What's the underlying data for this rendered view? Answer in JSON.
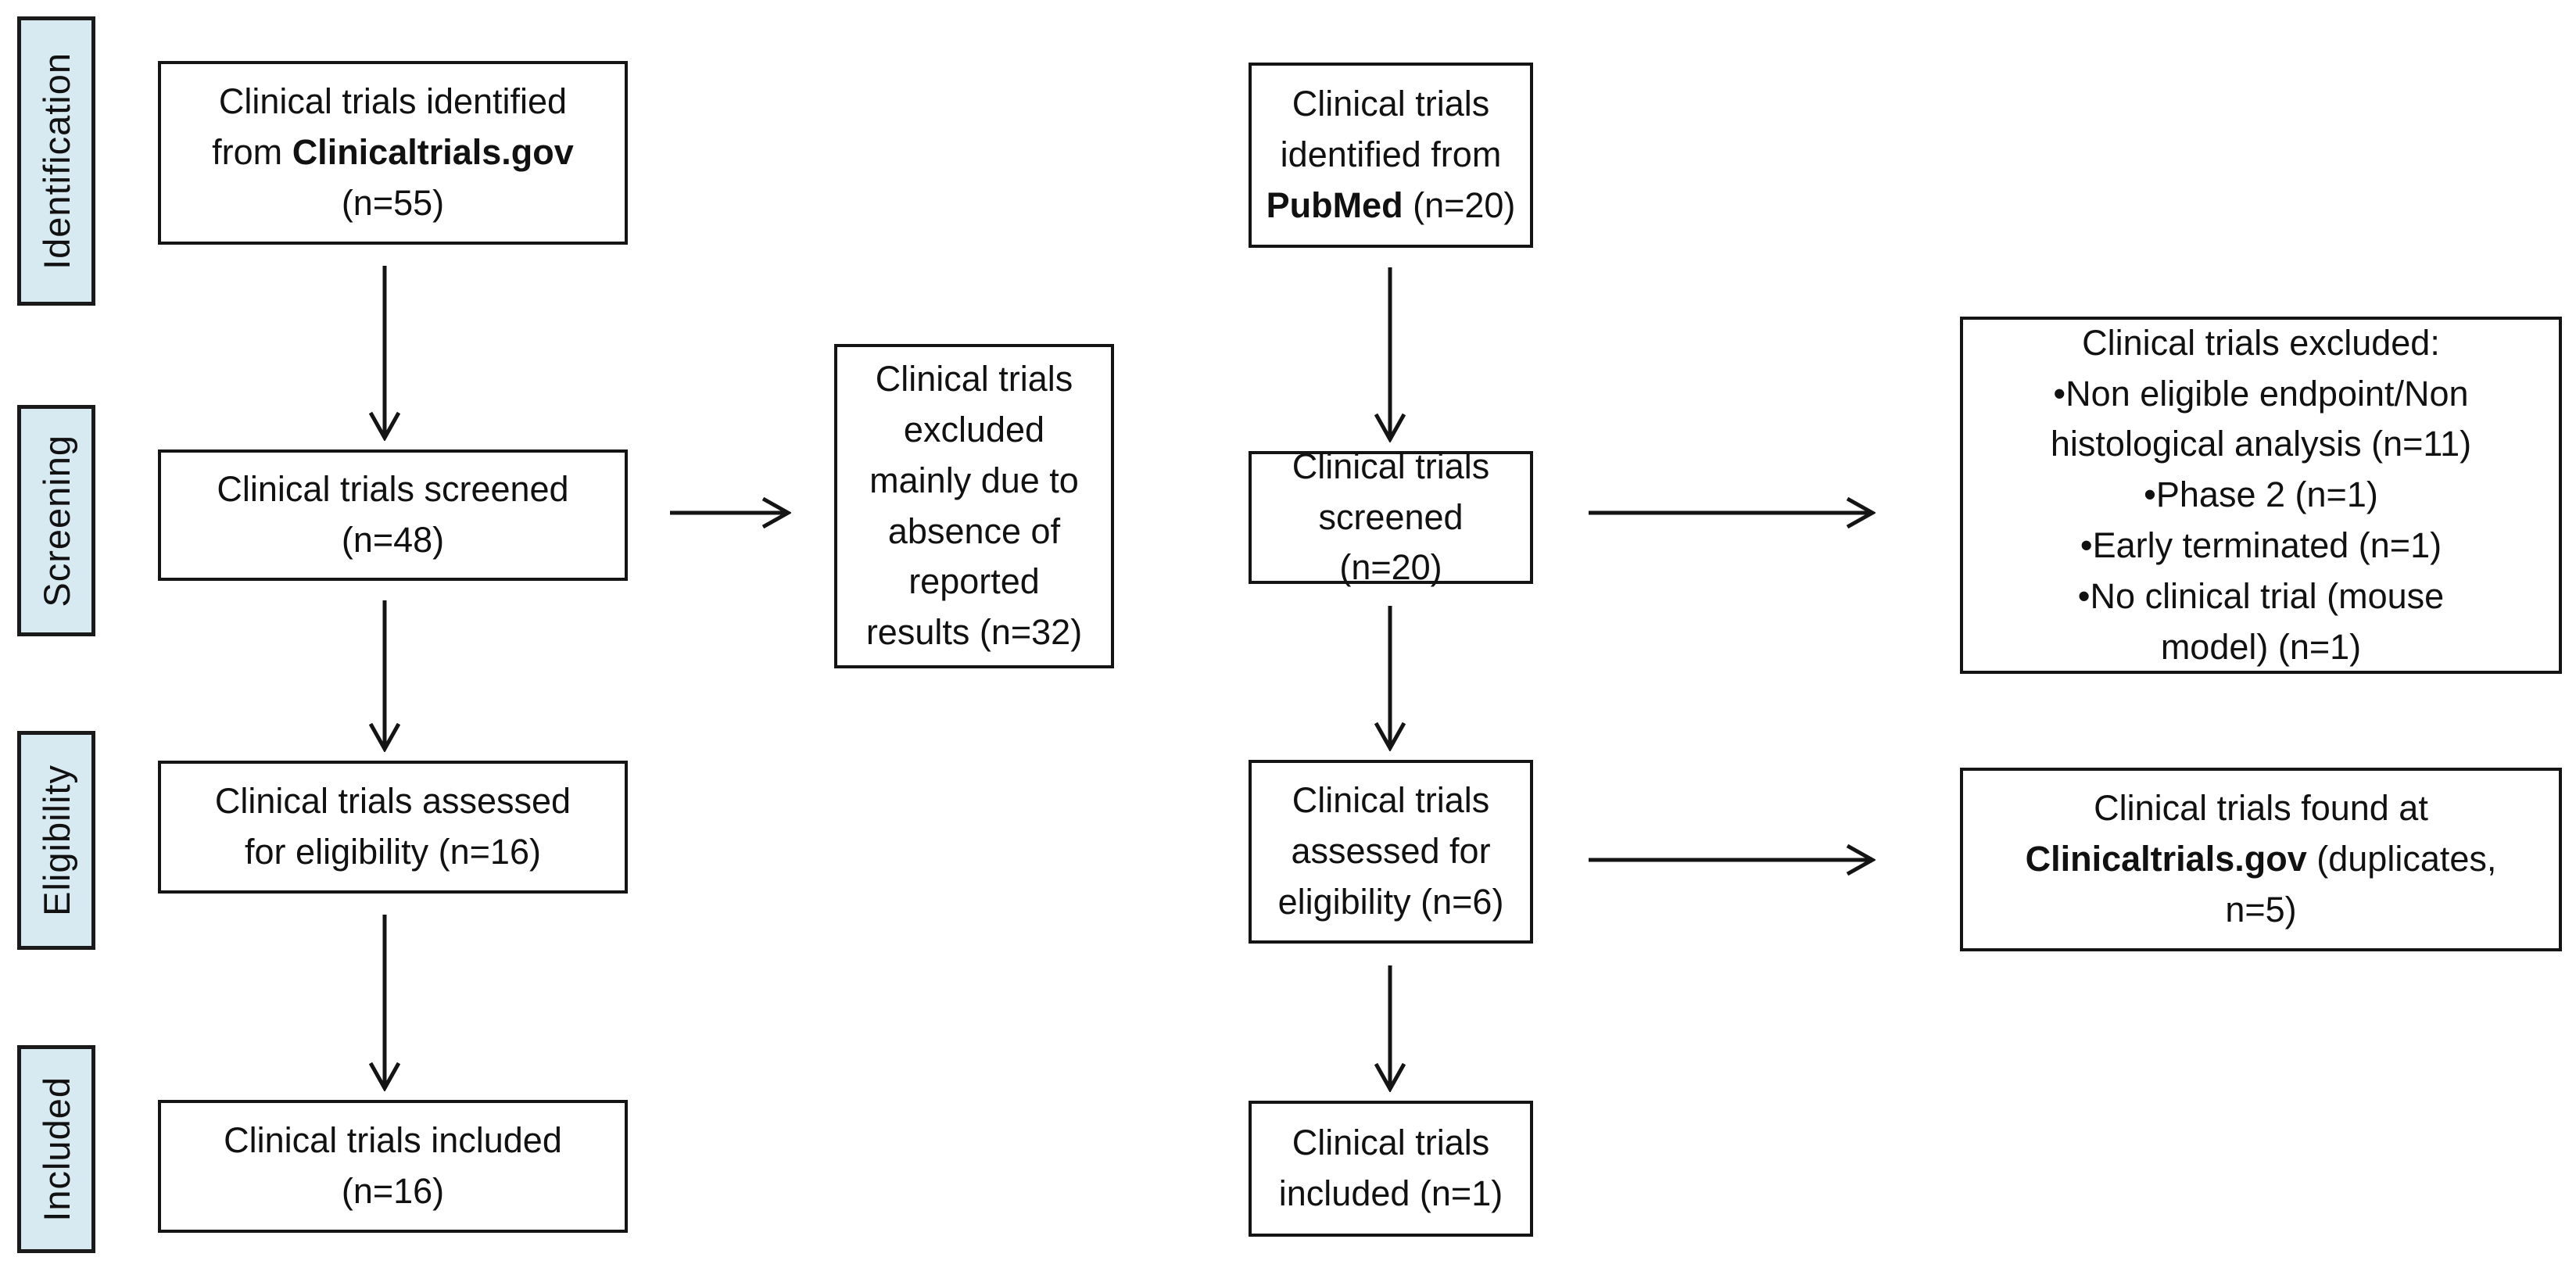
{
  "colors": {
    "background": "#ffffff",
    "text": "#111111",
    "box_border": "#141414",
    "stage_fill": "#d7e9f1",
    "stage_border": "#1a1a1a",
    "arrow": "#141414"
  },
  "stages": [
    {
      "label": "Identification"
    },
    {
      "label": "Screening"
    },
    {
      "label": "Eligibility"
    },
    {
      "label": "Included"
    }
  ],
  "columns": {
    "clinicaltrials": {
      "identified": [
        [
          {
            "text": "Clinical trials identified"
          }
        ],
        [
          {
            "text": "from "
          },
          {
            "text": "Clinicaltrials.gov",
            "bold": true
          }
        ],
        [
          {
            "text": "(n=55)"
          }
        ]
      ],
      "screened": [
        [
          {
            "text": "Clinical trials screened"
          }
        ],
        [
          {
            "text": "(n=48)"
          }
        ]
      ],
      "excluded": [
        [
          {
            "text": "Clinical trials"
          }
        ],
        [
          {
            "text": "excluded"
          }
        ],
        [
          {
            "text": "mainly due to"
          }
        ],
        [
          {
            "text": "absence of"
          }
        ],
        [
          {
            "text": "reported"
          }
        ],
        [
          {
            "text": "results (n=32)"
          }
        ]
      ],
      "assessed": [
        [
          {
            "text": "Clinical trials assessed"
          }
        ],
        [
          {
            "text": "for eligibility (n=16)"
          }
        ]
      ],
      "included": [
        [
          {
            "text": "Clinical trials included"
          }
        ],
        [
          {
            "text": "(n=16)"
          }
        ]
      ]
    },
    "pubmed": {
      "identified": [
        [
          {
            "text": "Clinical trials"
          }
        ],
        [
          {
            "text": "identified from"
          }
        ],
        [
          {
            "text": "PubMed",
            "bold": true
          },
          {
            "text": " (n=20)"
          }
        ]
      ],
      "screened": [
        [
          {
            "text": "Clinical trials"
          }
        ],
        [
          {
            "text": "screened (n=20)"
          }
        ]
      ],
      "excluded": [
        [
          {
            "text": "Clinical trials excluded:"
          }
        ],
        [
          {
            "text": "•Non eligible endpoint/Non"
          }
        ],
        [
          {
            "text": "histological analysis (n=11)"
          }
        ],
        [
          {
            "text": "•Phase 2 (n=1)"
          }
        ],
        [
          {
            "text": "•Early terminated (n=1)"
          }
        ],
        [
          {
            "text": "•No clinical trial (mouse"
          }
        ],
        [
          {
            "text": "model) (n=1)"
          }
        ]
      ],
      "assessed": [
        [
          {
            "text": "Clinical trials"
          }
        ],
        [
          {
            "text": "assessed for"
          }
        ],
        [
          {
            "text": "eligibility (n=6)"
          }
        ]
      ],
      "duplicates": [
        [
          {
            "text": "Clinical trials found at"
          }
        ],
        [
          {
            "text": "Clinicaltrials.gov",
            "bold": true
          },
          {
            "text": " (duplicates,"
          }
        ],
        [
          {
            "text": "n=5)"
          }
        ]
      ],
      "included": [
        [
          {
            "text": "Clinical trials"
          }
        ],
        [
          {
            "text": "included (n=1)"
          }
        ]
      ]
    }
  }
}
